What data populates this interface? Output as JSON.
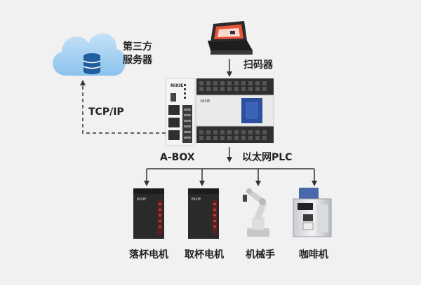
{
  "nodes": {
    "server": {
      "line1": "第三方",
      "line2": "服务器"
    },
    "scanner": {
      "label": "扫码器"
    },
    "abox": {
      "label": "A-BOX",
      "brand": "NIXIE"
    },
    "plc": {
      "label": "以太网PLC",
      "brand": "NIXIE"
    },
    "drop_motor": {
      "label": "落杯电机",
      "brand": "NIXIE"
    },
    "take_motor": {
      "label": "取杯电机",
      "brand": "NIXIE"
    },
    "robot_arm": {
      "label": "机械手"
    },
    "coffee_machine": {
      "label": "咖啡机"
    }
  },
  "links": {
    "server_abox": {
      "label": "TCP/IP",
      "style": "dashed"
    }
  },
  "colors": {
    "background": "#f1f1f1",
    "cloud": "#9fcdf1",
    "database": "#1f5fa0",
    "device_dark": "#2a2a2a",
    "plc_accent": "#2c4f9e",
    "scanner_window": "#e8553a",
    "line": "#333333"
  }
}
